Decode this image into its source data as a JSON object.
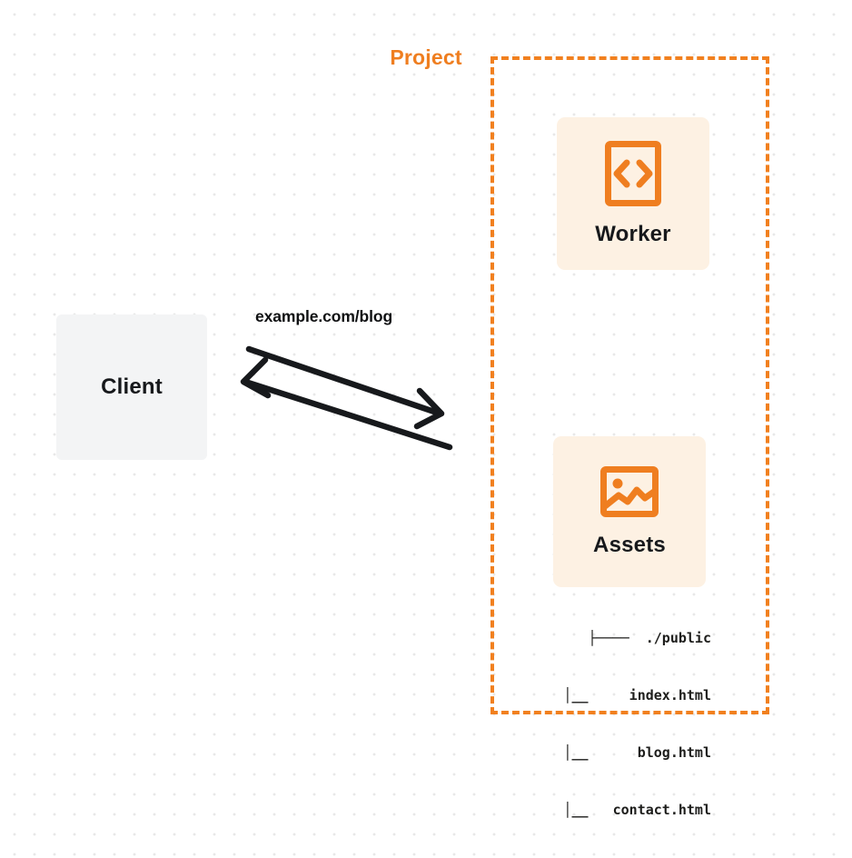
{
  "diagram": {
    "title": "Worker with static assets routing diagram",
    "background": {
      "color": "#ffffff",
      "dot_color": "#e8e8e8"
    },
    "client": {
      "label": "Client",
      "fill": "#f3f4f5",
      "text_color": "#17191c"
    },
    "connection": {
      "label": "example.com/blog",
      "stroke": "#17191c",
      "direction": "bidirectional"
    },
    "project": {
      "title": "Project",
      "accent": "#ef7e20",
      "border_style": "dashed"
    },
    "services": [
      {
        "id": "worker",
        "label": "Worker",
        "icon": "code-brackets-icon",
        "fill": "#fdf1e3",
        "icon_color": "#ef7e20"
      },
      {
        "id": "assets",
        "label": "Assets",
        "icon": "image-icon",
        "fill": "#fdf1e3",
        "icon_color": "#ef7e20"
      }
    ],
    "file_tree": {
      "rows": [
        "├────  ./public",
        "  │__     index.html",
        "  │__      blog.html",
        "  │__   contact.html"
      ]
    }
  }
}
